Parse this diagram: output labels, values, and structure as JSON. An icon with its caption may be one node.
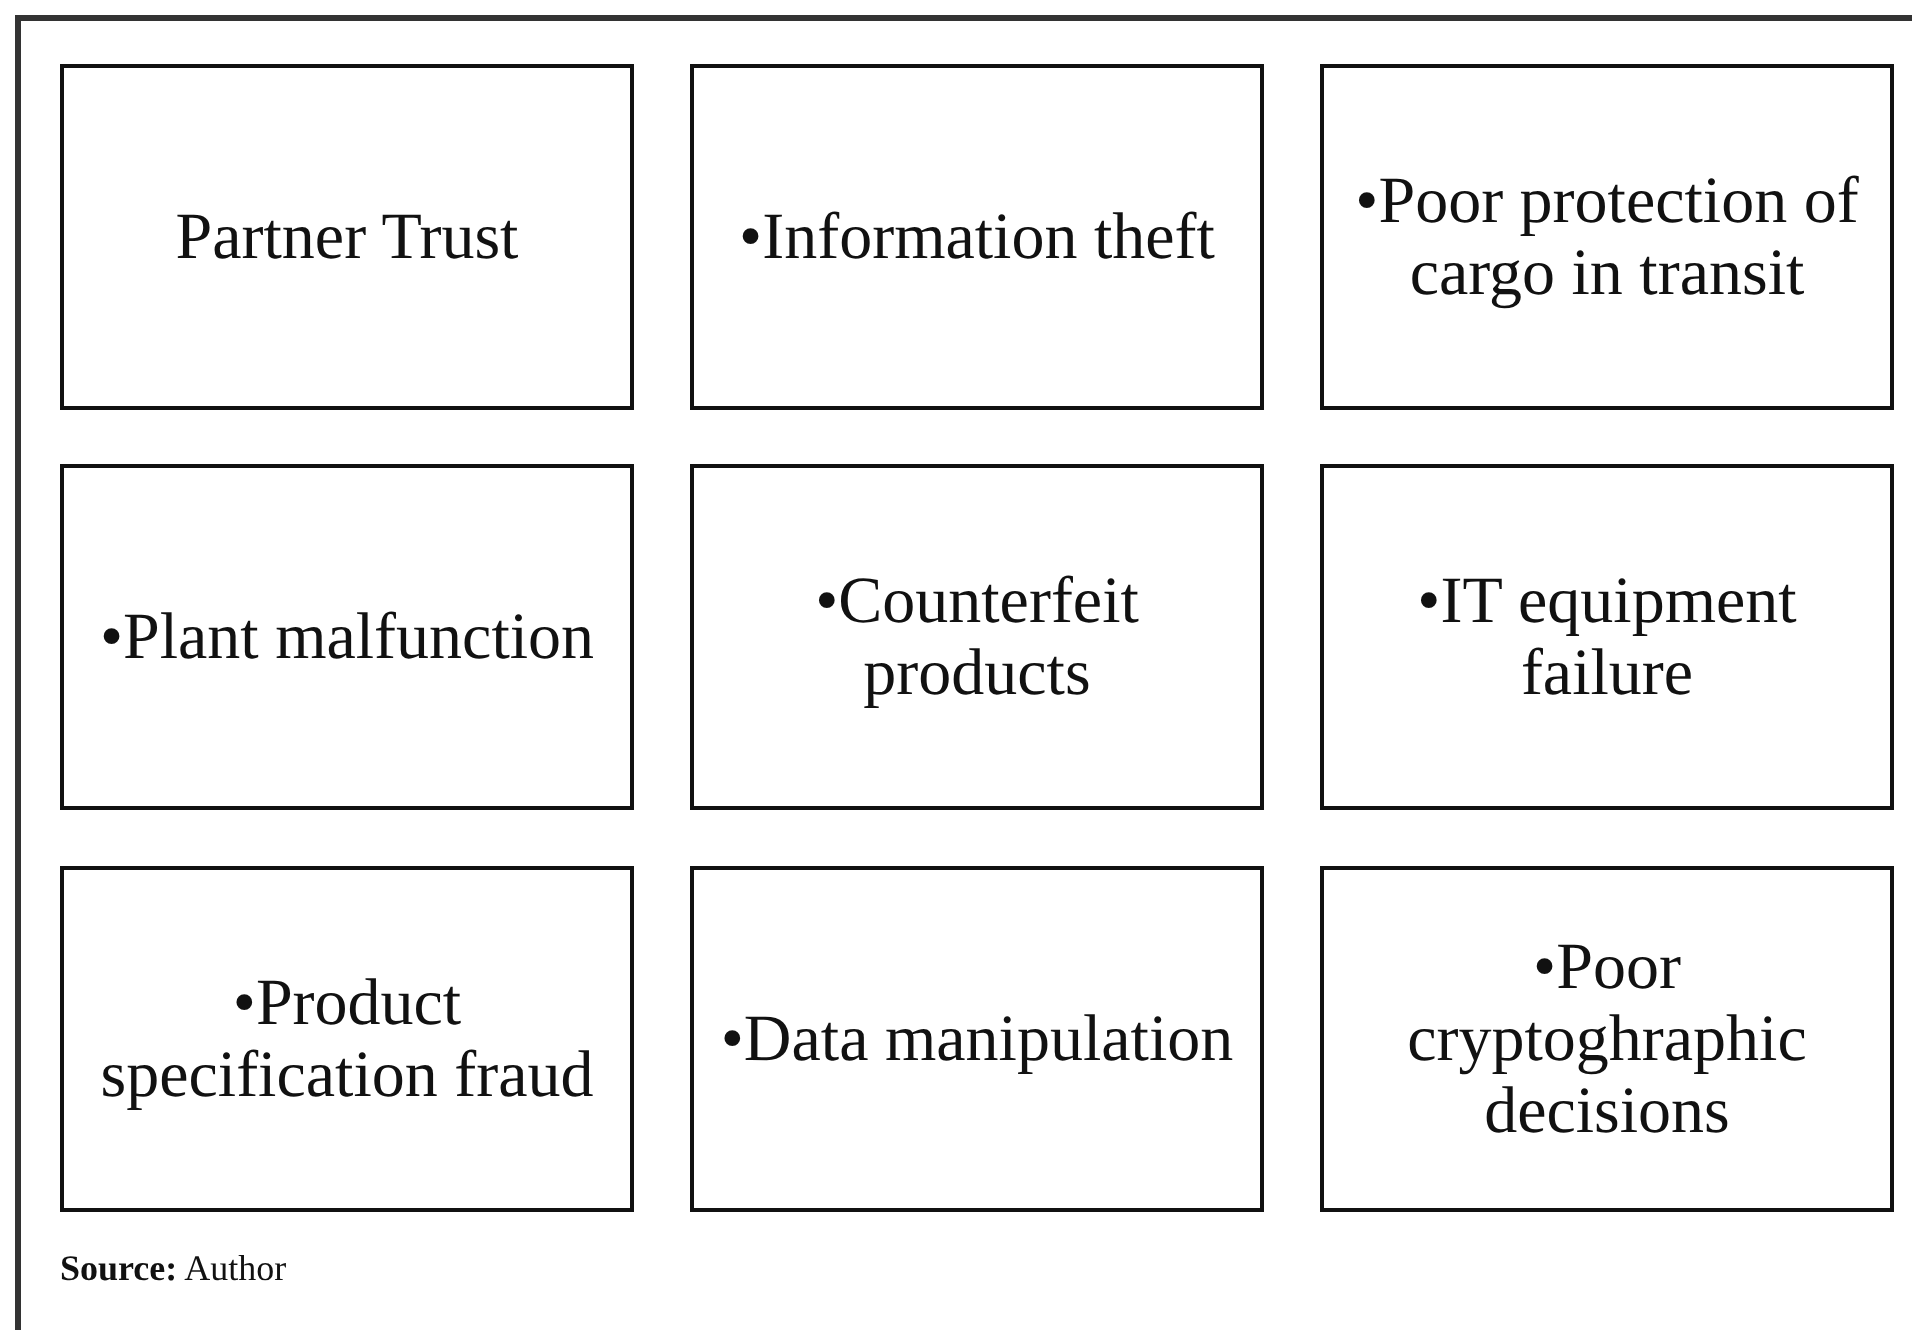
{
  "diagram": {
    "nodes": [
      {
        "text": [
          "Partner Trust"
        ]
      },
      {
        "text": [
          "•Information theft"
        ]
      },
      {
        "text": [
          "•Poor protection of cargo in transit"
        ]
      },
      {
        "text": [
          "•Plant malfunction"
        ]
      },
      {
        "text": [
          "•Counterfeit products"
        ]
      },
      {
        "text": [
          "•IT equipment failure"
        ]
      },
      {
        "text": [
          "•Product specification fraud"
        ]
      },
      {
        "text": [
          "•Data manipulation"
        ]
      },
      {
        "text": [
          "•Poor cryptoghraphic decisions"
        ]
      }
    ],
    "labels": [
      "**Source:** Author"
    ]
  }
}
